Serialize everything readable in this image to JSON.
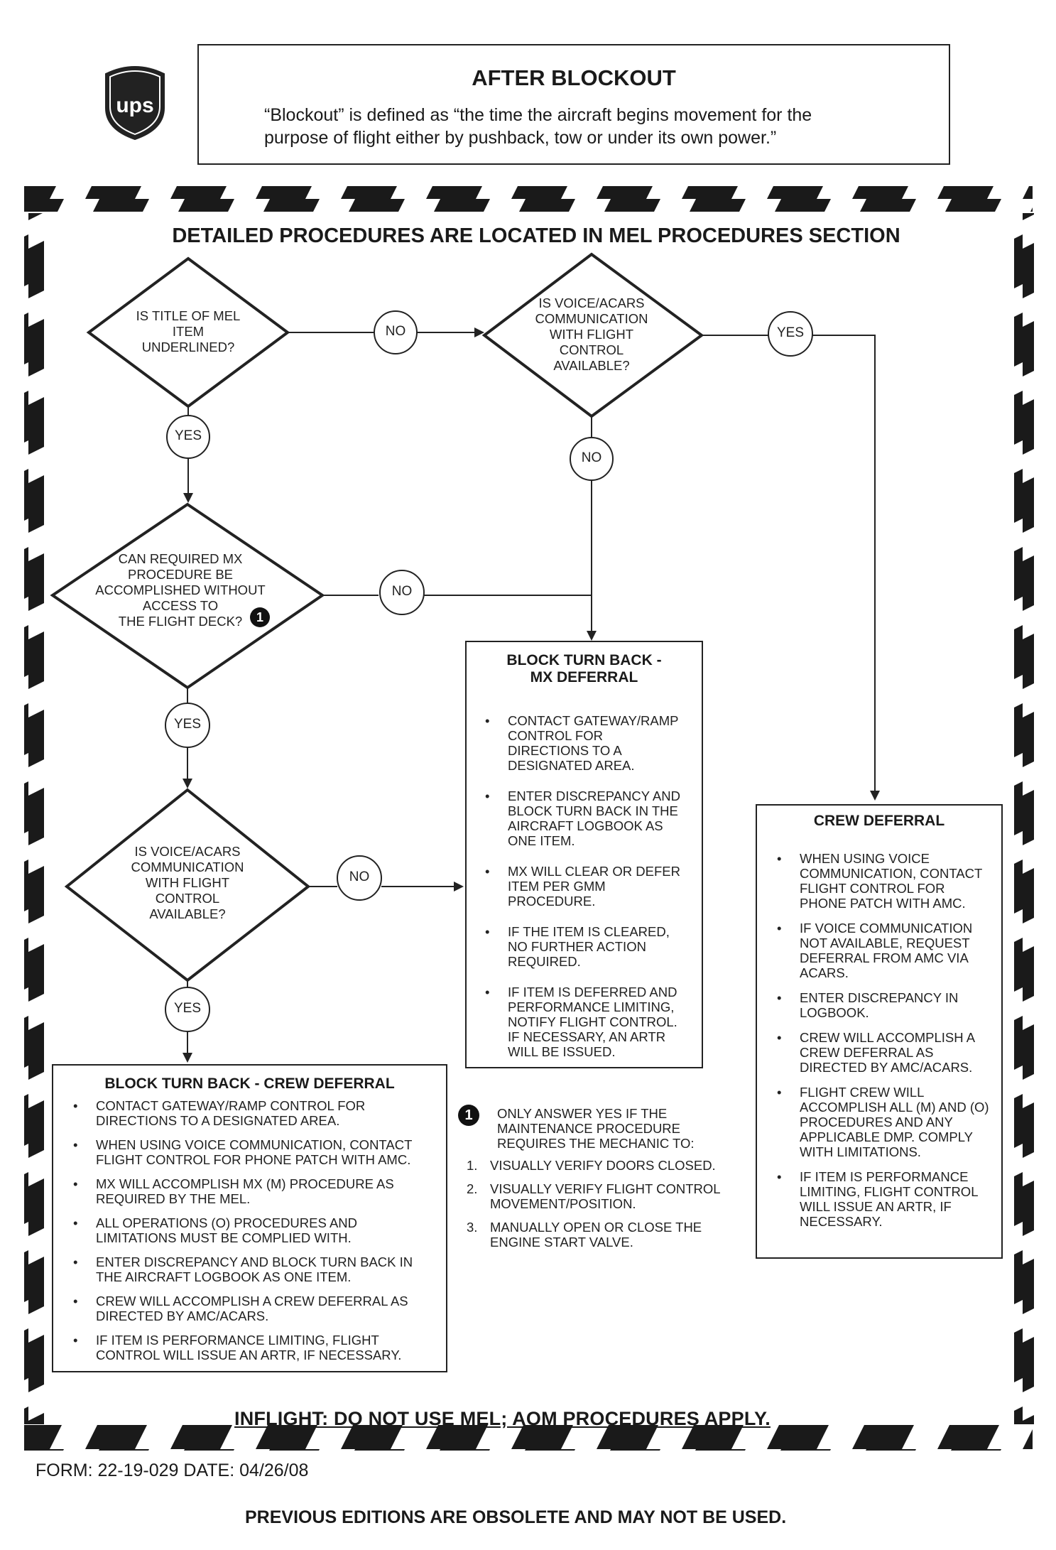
{
  "header": {
    "logo_text": "UPS",
    "title": "AFTER BLOCKOUT",
    "definition_line1": "“Blockout” is defined as “the time the aircraft begins movement for the",
    "definition_line2": "purpose of flight either by pushback, tow or under its own power.”"
  },
  "section_title": "DETAILED PROCEDURES ARE LOCATED IN MEL PROCEDURES SECTION",
  "decisions": {
    "d1": {
      "line1": "IS TITLE OF MEL",
      "line2": "ITEM",
      "line3": "UNDERLINED?"
    },
    "d2": {
      "line1": "IS VOICE/ACARS",
      "line2": "COMMUNICATION",
      "line3": "WITH FLIGHT",
      "line4": "CONTROL",
      "line5": "AVAILABLE?"
    },
    "d3": {
      "line1": "CAN REQUIRED MX",
      "line2": "PROCEDURE BE",
      "line3": "ACCOMPLISHED WITHOUT",
      "line4": "ACCESS TO",
      "line5": "THE FLIGHT DECK?",
      "badge": "1"
    },
    "d4": {
      "line1": "IS VOICE/ACARS",
      "line2": "COMMUNICATION",
      "line3": "WITH FLIGHT",
      "line4": "CONTROL",
      "line5": "AVAILABLE?"
    }
  },
  "connectors": {
    "no1": "NO",
    "yes1": "YES",
    "yes2": "YES",
    "no2": "NO",
    "no3": "NO",
    "yes3": "YES",
    "no4": "NO",
    "yes4": "YES"
  },
  "mx_deferral": {
    "title_line1": "BLOCK TURN BACK -",
    "title_line2": "MX DEFERRAL",
    "items": [
      {
        "l1": "CONTACT GATEWAY/RAMP",
        "l2": "CONTROL FOR",
        "l3": "DIRECTIONS TO A",
        "l4": "DESIGNATED AREA."
      },
      {
        "l1": "ENTER DISCREPANCY AND",
        "l2": "BLOCK TURN BACK IN THE",
        "l3": "AIRCRAFT LOGBOOK AS",
        "l4": "ONE ITEM."
      },
      {
        "l1": "MX WILL CLEAR OR DEFER",
        "l2": "ITEM PER GMM",
        "l3": "PROCEDURE."
      },
      {
        "l1": "IF THE ITEM IS CLEARED,",
        "l2": "NO FURTHER ACTION",
        "l3": "REQUIRED."
      },
      {
        "l1": "IF ITEM IS DEFERRED AND",
        "l2": "PERFORMANCE LIMITING,",
        "l3": "NOTIFY FLIGHT CONTROL.",
        "l4": "IF NECESSARY, AN ARTR",
        "l5": "WILL BE ISSUED."
      }
    ]
  },
  "crew_deferral": {
    "title": "CREW DEFERRAL",
    "items": [
      {
        "l1": "WHEN USING VOICE",
        "l2": "COMMUNICATION, CONTACT",
        "l3": "FLIGHT CONTROL FOR",
        "l4": "PHONE PATCH WITH AMC."
      },
      {
        "l1": "IF VOICE COMMUNICATION",
        "l2": "NOT AVAILABLE, REQUEST",
        "l3": "DEFERRAL FROM AMC VIA",
        "l4": "ACARS."
      },
      {
        "l1": "ENTER DISCREPANCY IN",
        "l2": "LOGBOOK."
      },
      {
        "l1": "CREW WILL ACCOMPLISH A",
        "l2": "CREW  DEFERRAL AS",
        "l3": "DIRECTED BY AMC/ACARS."
      },
      {
        "l1": "FLIGHT CREW WILL",
        "l2": "ACCOMPLISH ALL (M) AND (O)",
        "l3": "PROCEDURES AND ANY",
        "l4": "APPLICABLE DMP.  COMPLY",
        "l5": "WITH LIMITATIONS."
      },
      {
        "l1": "IF ITEM IS PERFORMANCE",
        "l2": "LIMITING, FLIGHT CONTROL",
        "l3": "WILL ISSUE AN ARTR, IF",
        "l4": "NECESSARY."
      }
    ]
  },
  "block_crew": {
    "title": "BLOCK TURN BACK - CREW DEFERRAL",
    "items": [
      {
        "l1": "CONTACT GATEWAY/RAMP CONTROL FOR",
        "l2": "DIRECTIONS TO A DESIGNATED AREA."
      },
      {
        "l1": "WHEN USING VOICE COMMUNICATION, CONTACT",
        "l2": "FLIGHT CONTROL FOR PHONE PATCH WITH AMC."
      },
      {
        "l1": "MX WILL ACCOMPLISH MX (M) PROCEDURE AS",
        "l2": "REQUIRED BY THE MEL."
      },
      {
        "l1": "ALL OPERATIONS (O) PROCEDURES AND",
        "l2": "LIMITATIONS MUST BE COMPLIED WITH."
      },
      {
        "l1": "ENTER DISCREPANCY AND BLOCK TURN BACK IN",
        "l2": "THE AIRCRAFT LOGBOOK AS ONE ITEM."
      },
      {
        "l1": "CREW WILL ACCOMPLISH A CREW DEFERRAL AS",
        "l2": "DIRECTED BY AMC/ACARS."
      },
      {
        "l1": "IF ITEM IS PERFORMANCE LIMITING, FLIGHT",
        "l2": "CONTROL WILL ISSUE AN ARTR, IF NECESSARY."
      }
    ]
  },
  "footnote": {
    "badge": "1",
    "l1": "ONLY ANSWER YES IF THE",
    "l2": "MAINTENANCE PROCEDURE",
    "l3": "REQUIRES THE MECHANIC TO:",
    "steps": [
      {
        "n": "1.",
        "l1": "VISUALLY VERIFY DOORS CLOSED."
      },
      {
        "n": "2.",
        "l1": "VISUALLY VERIFY FLIGHT CONTROL",
        "l2": "MOVEMENT/POSITION."
      },
      {
        "n": "3.",
        "l1": "MANUALLY OPEN OR CLOSE THE",
        "l2": "ENGINE START VALVE."
      }
    ]
  },
  "inflight": "INFLIGHT:  DO NOT USE MEL; AOM PROCEDURES APPLY.",
  "form_line": "FORM:  22-19-029  DATE:  04/26/08",
  "obsolete": "PREVIOUS EDITIONS ARE OBSOLETE AND MAY NOT BE USED.",
  "colors": {
    "ink": "#1a1a1a",
    "paper": "#ffffff"
  }
}
